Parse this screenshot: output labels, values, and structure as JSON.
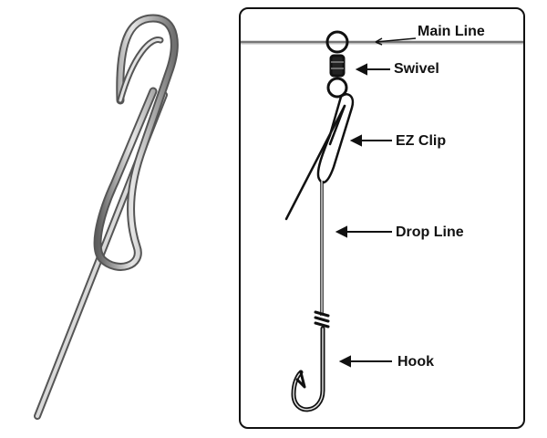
{
  "labels": {
    "main_line": "Main Line",
    "swivel": "Swivel",
    "ez_clip": "EZ Clip",
    "drop_line": "Drop Line",
    "hook": "Hook"
  },
  "colors": {
    "outline": "#111111",
    "metal_light": "#d8d8d8",
    "metal_dark": "#6e6e6e",
    "line": "#7a7a7a"
  }
}
